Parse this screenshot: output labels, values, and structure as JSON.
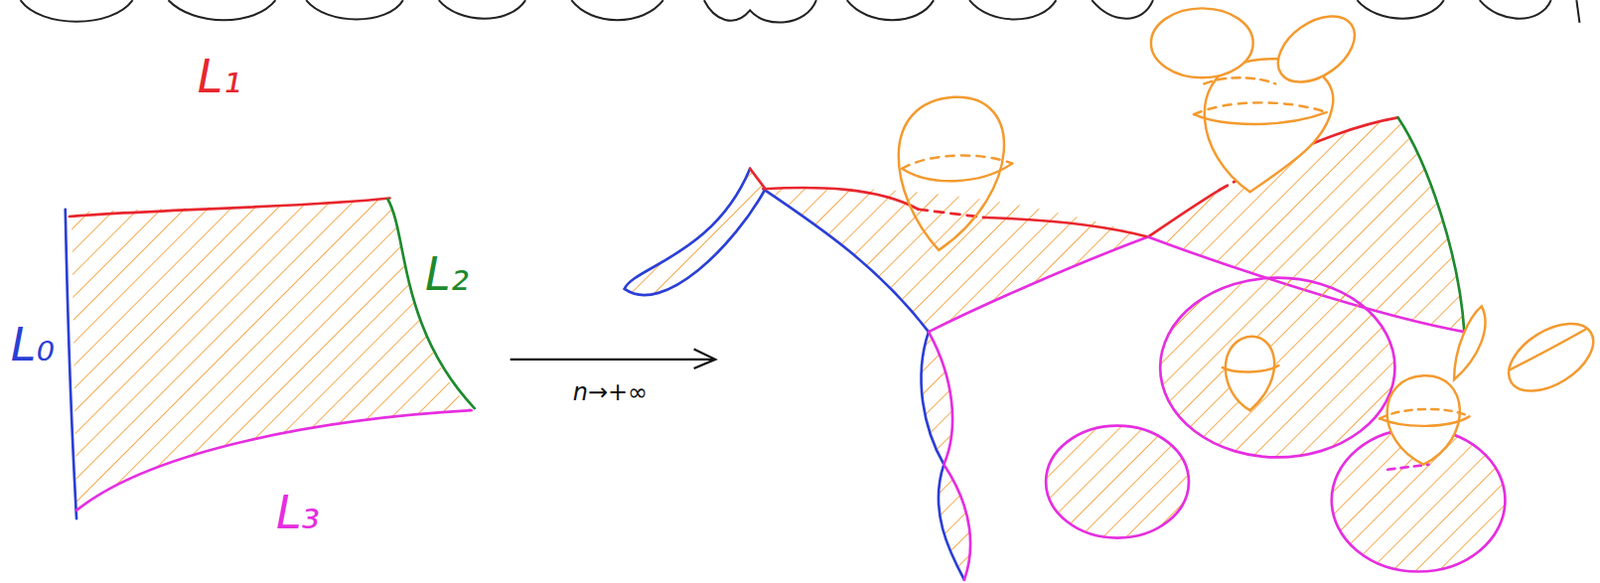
{
  "diagram": {
    "labels": [
      "L₁",
      "L₂",
      "L₀",
      "n→+∞",
      "L₃"
    ]
  }
}
